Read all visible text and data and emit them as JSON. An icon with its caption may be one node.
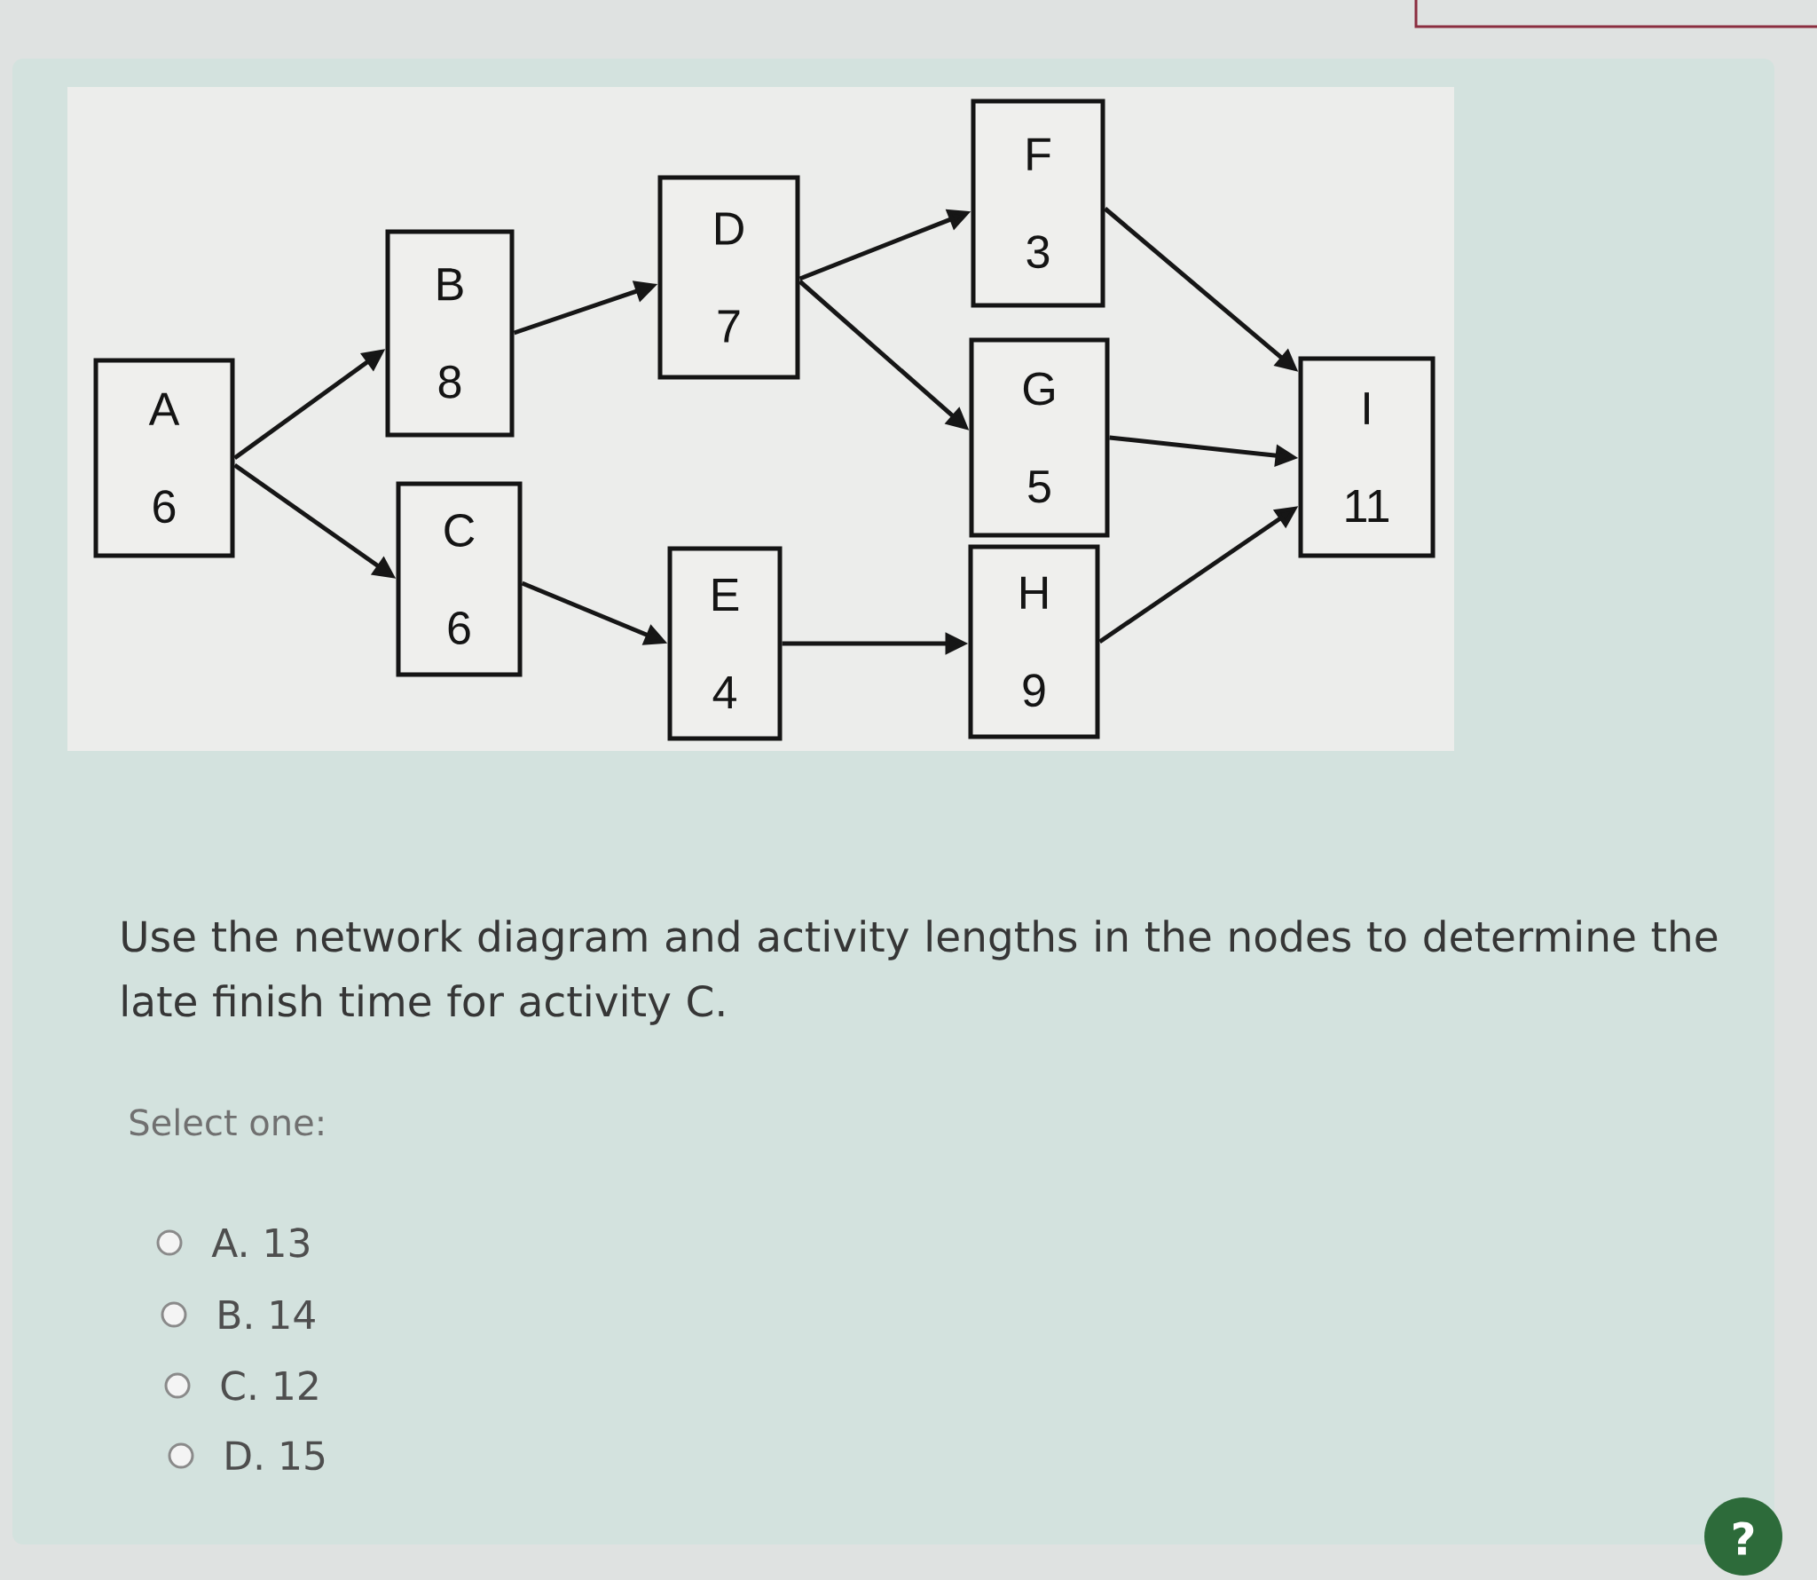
{
  "diagram": {
    "nodes": [
      {
        "text": [
          "A",
          "6"
        ]
      },
      {
        "text": [
          "B",
          "8"
        ]
      },
      {
        "text": [
          "C",
          "6"
        ]
      },
      {
        "text": [
          "D",
          "7"
        ]
      },
      {
        "text": [
          "E",
          "4"
        ]
      },
      {
        "text": [
          "F",
          "3"
        ]
      },
      {
        "text": [
          "G",
          "5"
        ]
      },
      {
        "text": [
          "H",
          "9"
        ]
      },
      {
        "text": [
          "I",
          "11"
        ]
      }
    ],
    "edges": [
      {
        "from": 0,
        "to": 1,
        "arrow": "to"
      },
      {
        "from": 0,
        "to": 2,
        "arrow": "to"
      },
      {
        "from": 1,
        "to": 3,
        "arrow": "to"
      },
      {
        "from": 2,
        "to": 4,
        "arrow": "to"
      },
      {
        "from": 3,
        "to": 5,
        "arrow": "to"
      },
      {
        "from": 3,
        "to": 6,
        "arrow": "to"
      },
      {
        "from": 4,
        "to": 7,
        "arrow": "to"
      },
      {
        "from": 5,
        "to": 8,
        "arrow": "to"
      },
      {
        "from": 6,
        "to": 8,
        "arrow": "to"
      },
      {
        "from": 7,
        "to": 8,
        "arrow": "to"
      }
    ],
    "labels": [
      "Use the network diagram and activity lengths in the nodes to determine the late finish time for activity C.",
      "Select one:",
      "A. 13",
      "B. 14",
      "C. 12",
      "D. 15",
      "?"
    ]
  }
}
